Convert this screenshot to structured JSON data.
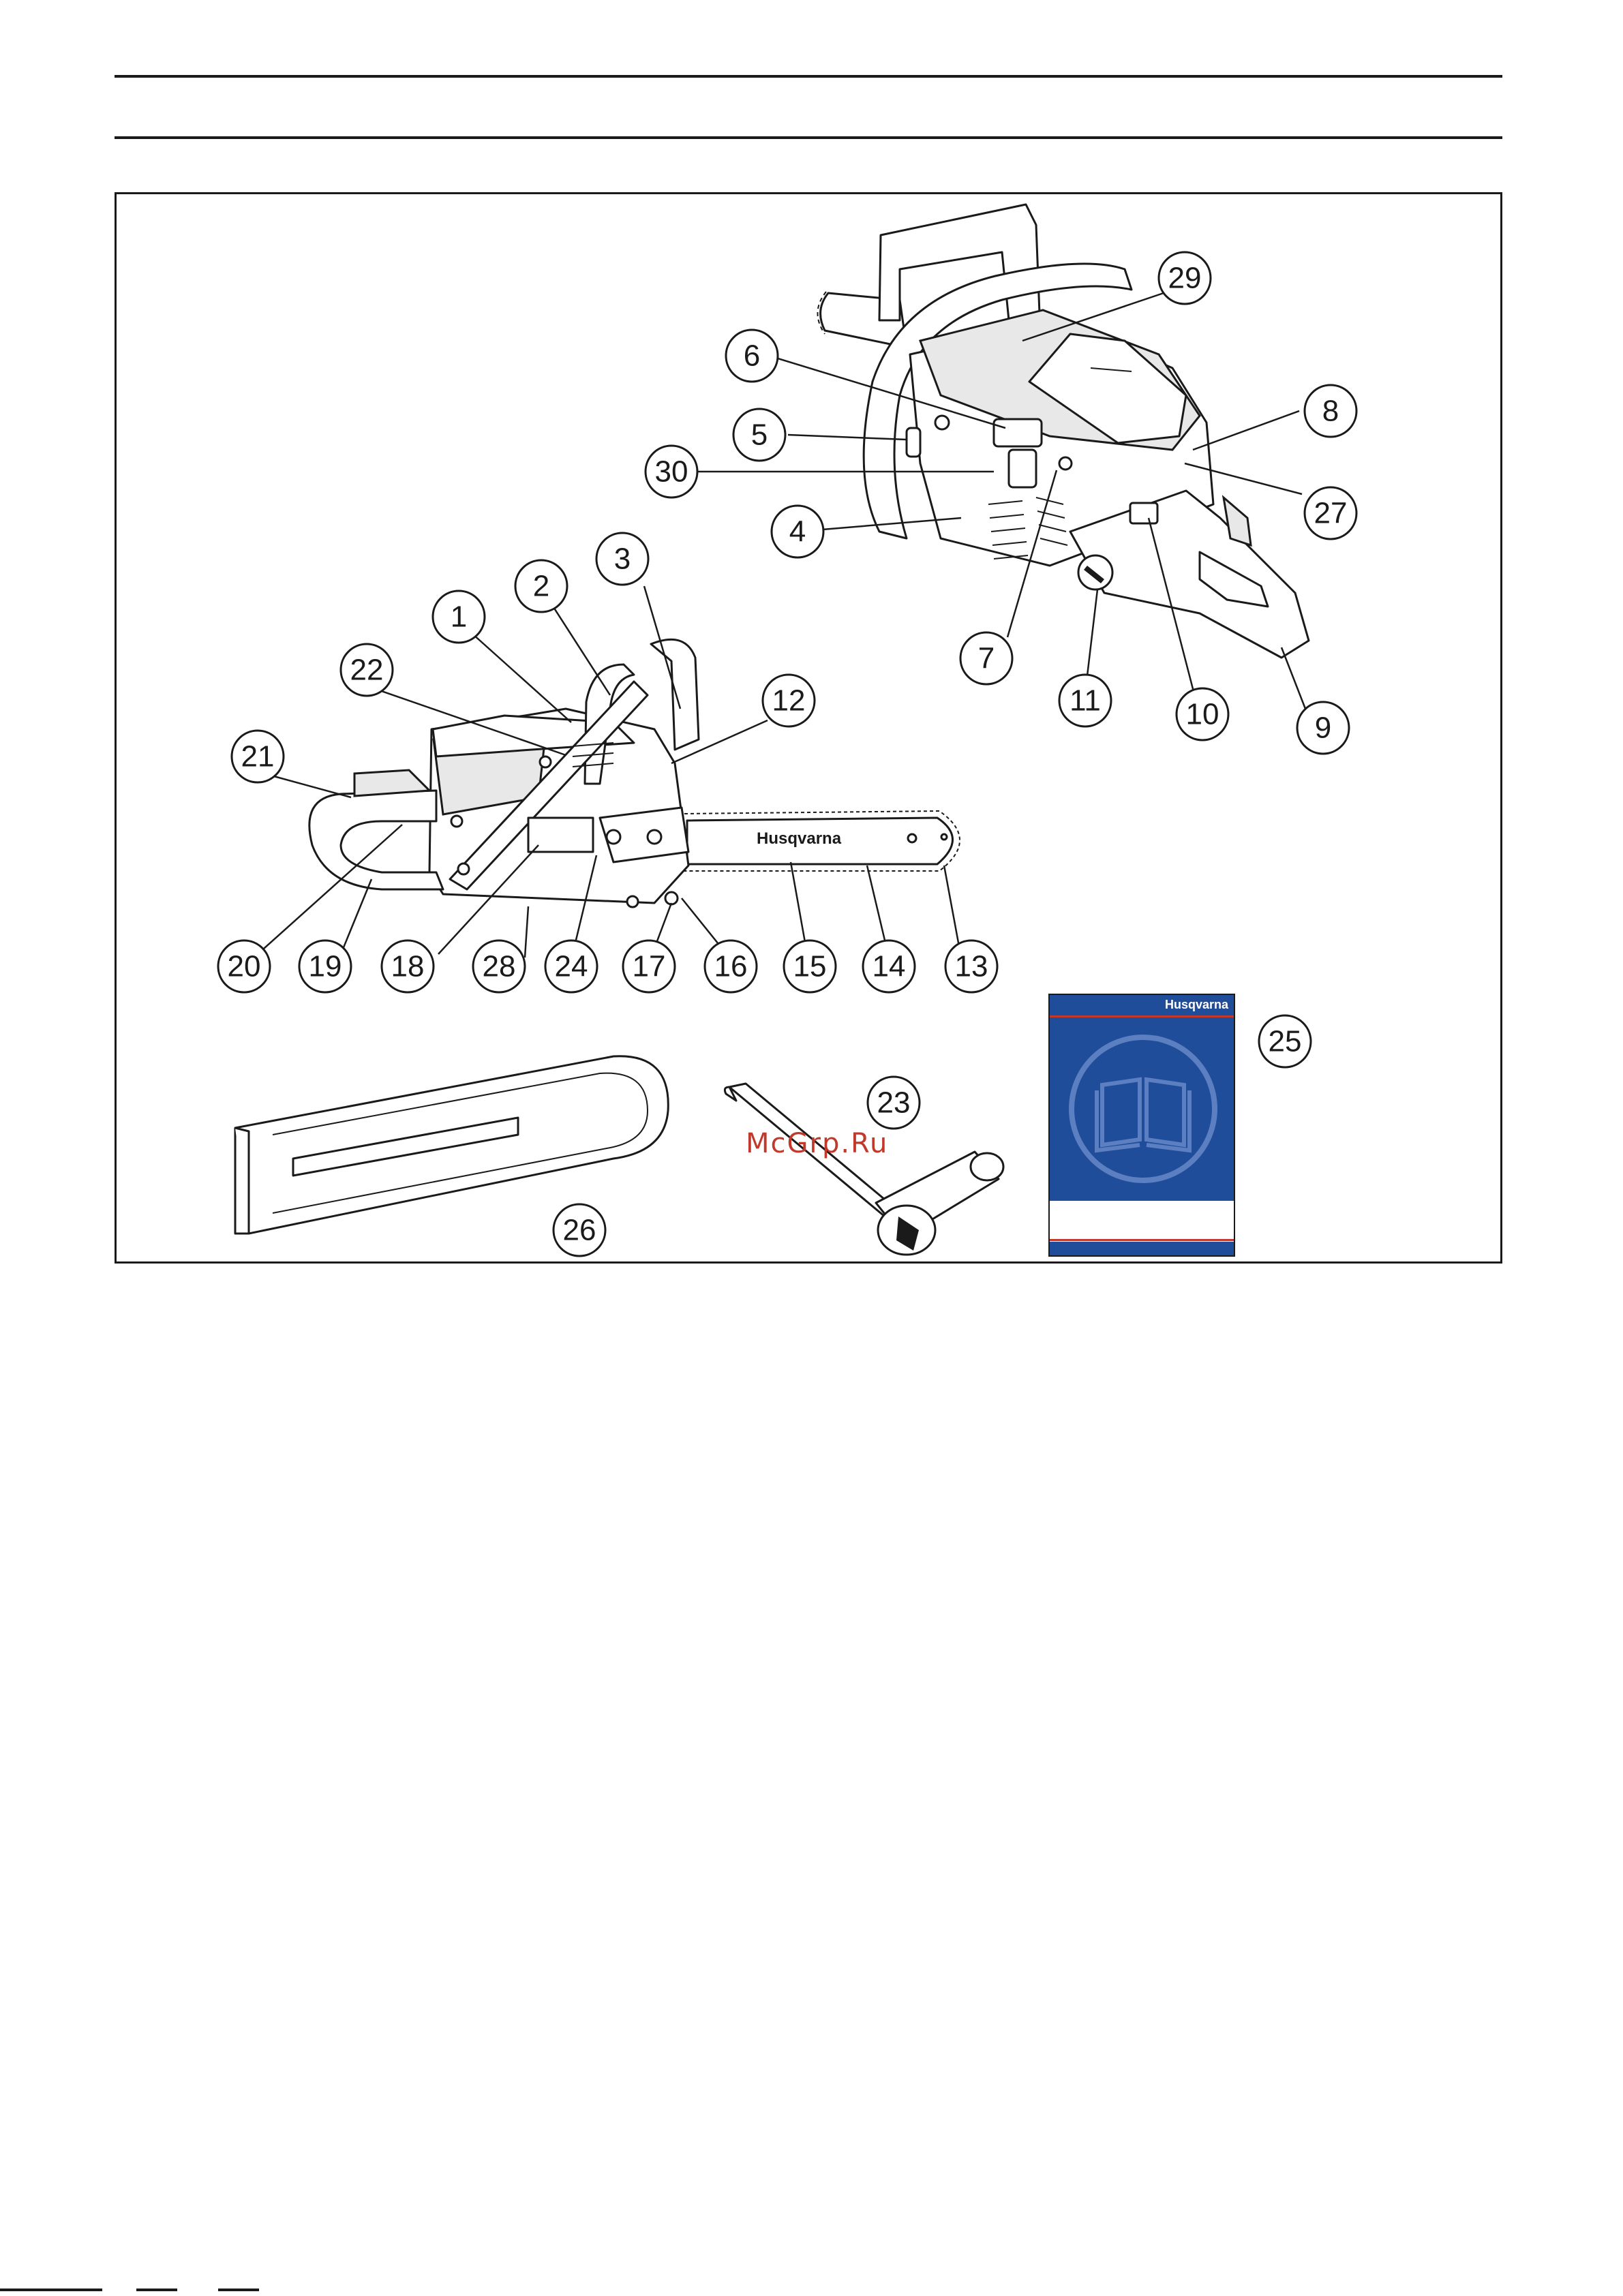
{
  "document": {
    "watermark": "McGrp.Ru",
    "manual": {
      "brand": "Husqvarna"
    },
    "bar_brand": "Husqvarna",
    "colors": {
      "manual_blue": "#1f4d9a",
      "accent_red": "#c0392b",
      "ink": "#1a1a1a"
    }
  },
  "callouts": {
    "c1": "1",
    "c2": "2",
    "c3": "3",
    "c4": "4",
    "c5": "5",
    "c6": "6",
    "c7": "7",
    "c8": "8",
    "c9": "9",
    "c10": "10",
    "c11": "11",
    "c12": "12",
    "c13": "13",
    "c14": "14",
    "c15": "15",
    "c16": "16",
    "c17": "17",
    "c18": "18",
    "c19": "19",
    "c20": "20",
    "c21": "21",
    "c22": "22",
    "c23": "23",
    "c24": "24",
    "c25": "25",
    "c26": "26",
    "c27": "27",
    "c28": "28",
    "c29": "29",
    "c30": "30"
  }
}
